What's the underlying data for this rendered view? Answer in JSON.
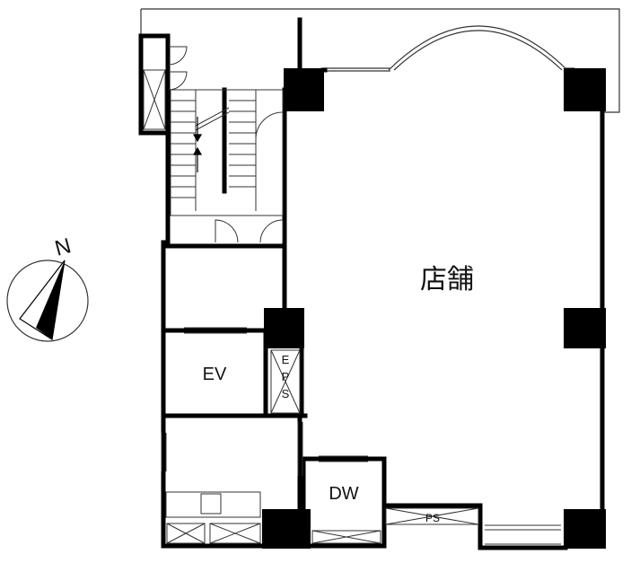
{
  "rooms": {
    "store": "店舗",
    "elevator": "EV",
    "eps": "EPS",
    "dumbwaiter": "DW",
    "pipe_shaft": "PS"
  },
  "compass": {
    "label": "N",
    "icon": "north-arrow-icon"
  },
  "colors": {
    "wall": "#000000",
    "thin_line": "#333333",
    "background": "#ffffff"
  }
}
